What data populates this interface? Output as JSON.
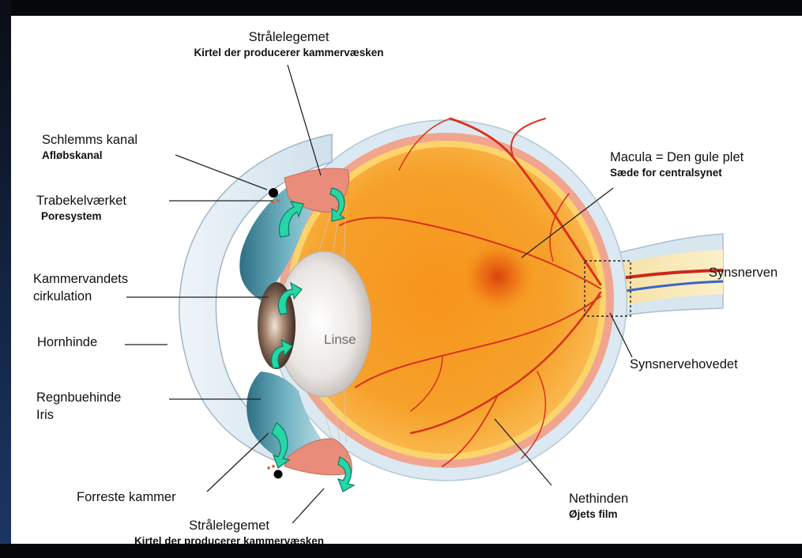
{
  "labels": {
    "ciliary_top": {
      "title": "Strålelegemet",
      "sub": "Kirtel der producerer kammervæsken"
    },
    "schlemm": {
      "title": "Schlemms kanal",
      "sub": "Afløbskanal"
    },
    "trabecular": {
      "title": "Trabekelværket",
      "sub": "Poresystem"
    },
    "circulation": {
      "line1": "Kammervandets",
      "line2": "cirkulation"
    },
    "cornea": {
      "title": "Hornhinde"
    },
    "iris": {
      "line1": "Regnbuehinde",
      "line2": "Iris"
    },
    "anterior_chamber": {
      "title": "Forreste kammer"
    },
    "ciliary_bottom": {
      "title": "Strålelegemet",
      "sub": "Kirtel der producerer kammervæsken"
    },
    "lens": {
      "title": "Linse"
    },
    "macula": {
      "title": "Macula = Den gule plet",
      "sub": "Sæde for centralsynet"
    },
    "optic_nerve": {
      "title": "Synsnerven"
    },
    "optic_disc": {
      "title": "Synsnervehovedet"
    },
    "retina": {
      "title": "Nethinden",
      "sub": "Øjets film"
    }
  },
  "colors": {
    "retina_orange": "#f39a1c",
    "macula": "#e05410",
    "sclera": "#dbe9f2",
    "choroid": "#f4a999",
    "iris_teal": "#5fa7b8",
    "flow_arrow": "#27d6a6",
    "vessel": "#d8321c",
    "leader_line": "#222222"
  }
}
